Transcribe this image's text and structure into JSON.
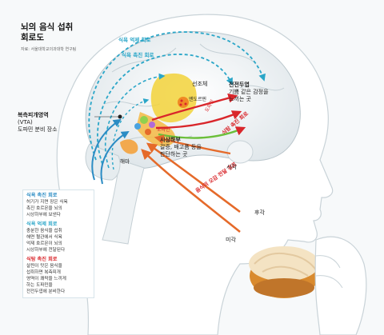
{
  "title": {
    "line1": "뇌의 음식 섭취",
    "line2": "회로도"
  },
  "source": "자료: 서울대학교의과대학 연구팀",
  "labels": {
    "suppress_arc": "식욕 억제 회로",
    "promote_arc": "식욕 촉진 회로",
    "striatum": "선조체",
    "endorphin": "엔도르핀",
    "dopamine_red": "도파민",
    "craving_arc": "식탐 촉진 회로",
    "taste_path": "음식의 오감 전달 경로",
    "vta_title": "복측피개영역",
    "vta_abbr": "(VTA)",
    "vta_desc": "도파민 분비 장소",
    "pfc_title": "전전두엽",
    "pfc_desc1": "기쁨 같은 감정을",
    "pfc_desc2": "느끼는 곳",
    "hypo_title": "시상하부",
    "hypo_desc1": "갈증, 배고픔 등을",
    "hypo_desc2": "판단하는 곳",
    "dopamine_small": "도파민",
    "hippocampus": "해마",
    "vision": "시각",
    "smell": "후각",
    "taste": "미각"
  },
  "legend": [
    {
      "heading": "식욕 촉진 회로",
      "color": "#2b8cc4",
      "lines": [
        "허기가 지면 장은 식욕",
        "촉진 호르몬을 뇌의",
        "시상하부에 보낸다"
      ]
    },
    {
      "heading": "식욕 억제 회로",
      "color": "#2aa6c8",
      "lines": [
        "충분한 음식을 섭취",
        "해면 혈관에서 식욕",
        "억제 호르몬이 뇌의",
        "시상하부에 전달된다"
      ]
    },
    {
      "heading": "식탐 촉진 회로",
      "color": "#d9262b",
      "lines": [
        "살찐이 맛은 음식을",
        "섭취하면 복측피개",
        "영역이 쾌락을 느끼게",
        "하는 도파민을",
        "전전두엽에 분비한다"
      ]
    }
  ],
  "colors": {
    "cyan": "#2aa6c8",
    "red": "#d9262b",
    "orange": "#e56a2a",
    "green": "#6bbf3a",
    "yellow": "#f2d23a",
    "head": "#c9d3d8"
  }
}
